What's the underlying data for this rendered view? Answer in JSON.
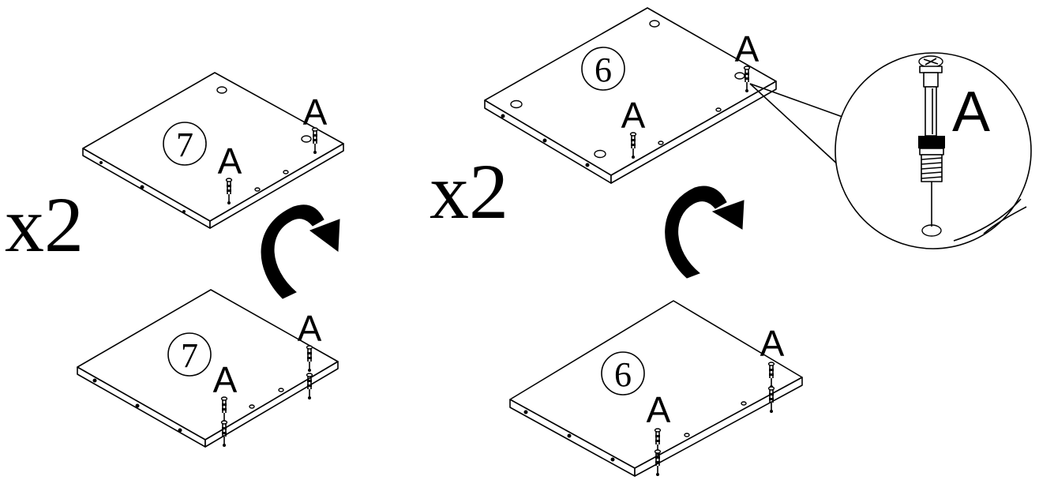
{
  "multipliers": {
    "left": "x2",
    "right": "x2"
  },
  "panels": {
    "top_left": {
      "number": "7",
      "fittings": [
        "A",
        "A"
      ]
    },
    "bottom_left": {
      "number": "7",
      "fittings": [
        "A",
        "A"
      ]
    },
    "top_right": {
      "number": "6",
      "fittings": [
        "A",
        "A"
      ]
    },
    "bottom_right": {
      "number": "6",
      "fittings": [
        "A",
        "A"
      ]
    }
  },
  "detail": {
    "label": "A"
  },
  "colors": {
    "ink": "#000000",
    "paper": "#ffffff"
  }
}
